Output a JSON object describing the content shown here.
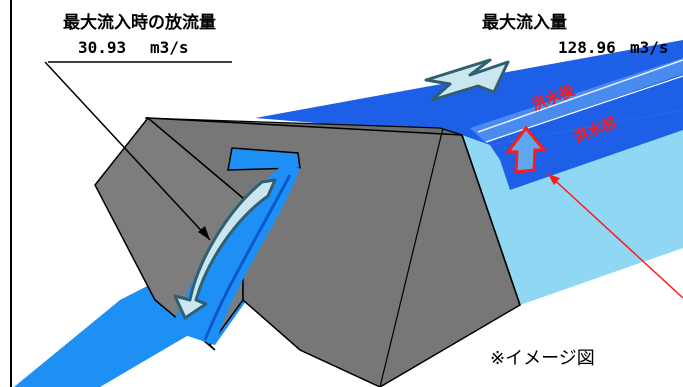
{
  "outflow": {
    "title": "最大流入時の放流量",
    "value": "30.93",
    "unit": "m3/s"
  },
  "inflow": {
    "title": "最大流入量",
    "value": "128.96",
    "unit": "m3/s"
  },
  "levels": {
    "after": "洪水後",
    "before": "洪水前"
  },
  "note": "※イメージ図",
  "colors": {
    "reservoir_light": "#8FD7F2",
    "water_blue": "#1E5FE8",
    "channel_blue": "#1E90F5",
    "dam_gray": "#7A7A7A",
    "arrow_fill": "#CBE6EE",
    "arrow_outline": "#2F5F72",
    "label_red": "#FF1A1A",
    "up_arrow_red": "#FF1A1A"
  }
}
